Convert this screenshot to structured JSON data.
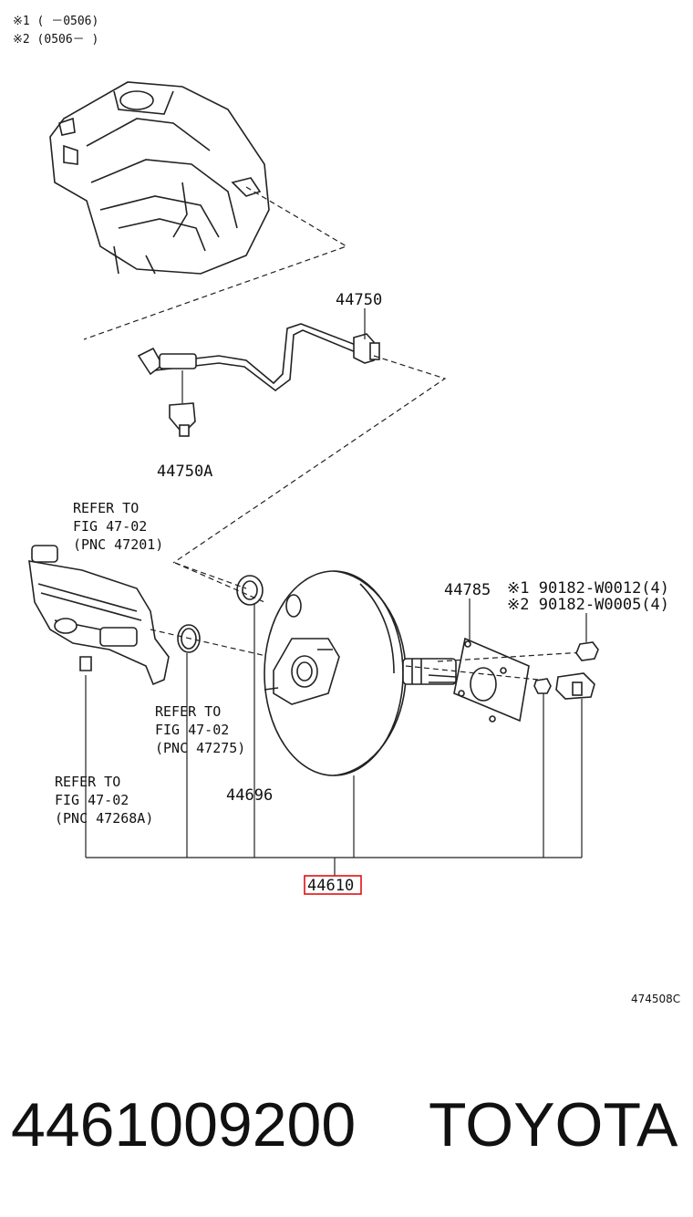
{
  "header": {
    "variant_1": "※1 (      －0506)",
    "variant_2": "※2 (0506－      )"
  },
  "parts": {
    "vacuum_tube": "44750",
    "tube_clip": "44750A",
    "gasket": "44785",
    "seal": "44696",
    "booster_assy": "44610",
    "nut_1": "※1 90182-W0012(4)",
    "nut_2": "※2 90182-W0005(4)"
  },
  "references": {
    "ref_47201": [
      "REFER TO",
      "FIG 47-02",
      "(PNC 47201)"
    ],
    "ref_47275": [
      "REFER TO",
      "FIG 47-02",
      "(PNC 47275)"
    ],
    "ref_47268a": [
      "REFER TO",
      "FIG 47-02",
      "(PNC 47268A)"
    ]
  },
  "illustration_code": "474508C",
  "footer": {
    "part_number": "4461009200",
    "brand": "TOYOTA"
  },
  "colors": {
    "highlight": "#e01010",
    "line": "#222222"
  }
}
